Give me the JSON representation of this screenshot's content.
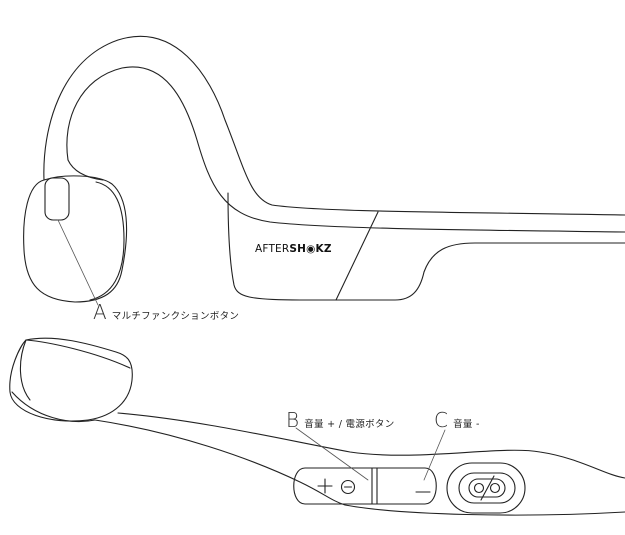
{
  "brand": {
    "logo_light": "AFTER",
    "logo_bold": "SH",
    "logo_bold_end": "KZ"
  },
  "callouts": {
    "a": {
      "letter": "A",
      "text": "マルチファンクションボタン"
    },
    "b": {
      "letter": "B",
      "text": "音量 + / 電源ボタン"
    },
    "c": {
      "letter": "C",
      "text": "音量 -"
    }
  },
  "buttons": {
    "plus_glyph": "+",
    "minus_glyph": "−"
  },
  "colors": {
    "line": "#222222",
    "leader": "#555555",
    "background": "#ffffff"
  }
}
